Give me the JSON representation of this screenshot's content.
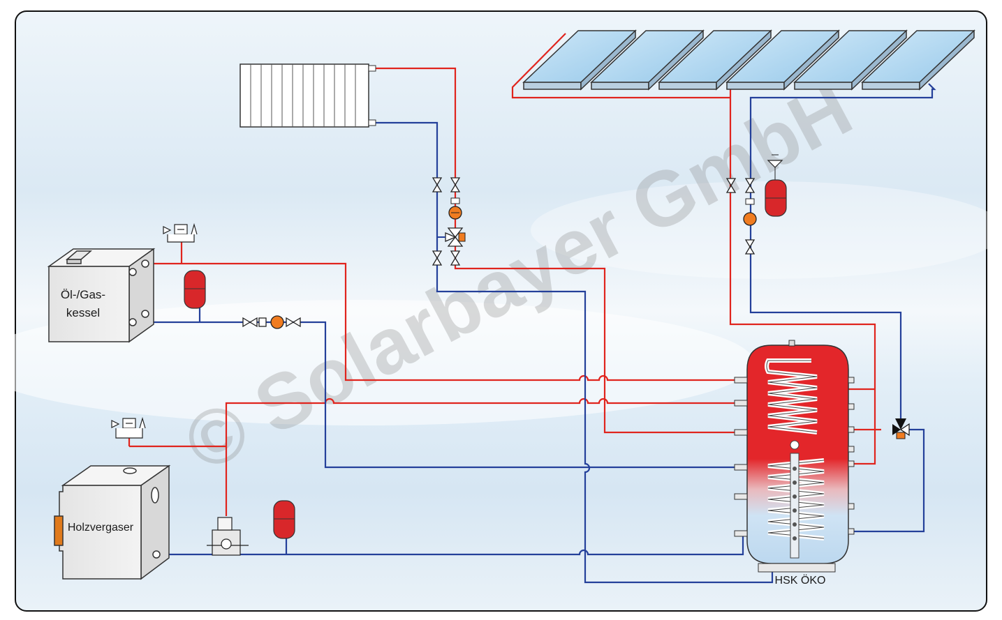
{
  "diagram": {
    "title": "",
    "watermark": "© Solarbayer GmbH",
    "labels": {
      "oil_gas_boiler": "Öl-/Gas-\nkessel",
      "wood_gasifier": "Holzvergaser",
      "storage_tank": "HSK ÖKO"
    },
    "colors": {
      "hot_line": "#e0241d",
      "cold_line": "#24409a",
      "expansion_vessel": "#d8272a",
      "pump": "#f07c20",
      "tank_hot": "#e3262a",
      "tank_cold": "#c8e0f4",
      "collector": "#a8d2ee",
      "boiler_body": "#e9e9e9",
      "frame": "#1a1a1a"
    },
    "icons": [
      "safety-valve-group-icon",
      "expansion-vessel-icon",
      "circulation-pump-icon",
      "shutoff-valve-icon",
      "check-valve-icon",
      "three-way-mixing-valve-icon",
      "radiator-icon",
      "solar-collector-icon",
      "return-temperature-valve-icon"
    ]
  }
}
